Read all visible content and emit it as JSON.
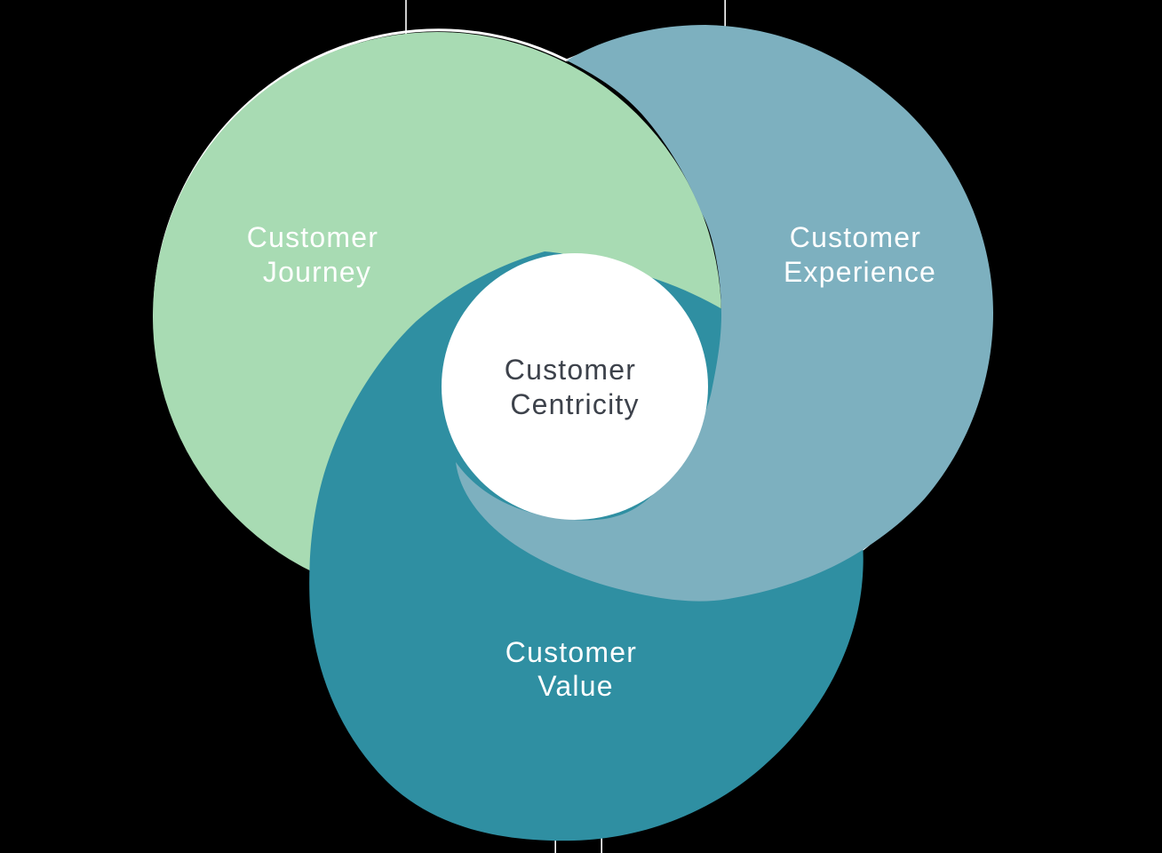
{
  "diagram": {
    "name": "customer-centricity-swirl-venn",
    "background_color": "#000000",
    "outline_color": "#ffffff",
    "guide_line_color": "#ffffff",
    "label_text_color": "#ffffff",
    "center": {
      "line1": "Customer",
      "line2": "Centricity",
      "fill": "#ffffff",
      "text_color": "#3d424b"
    },
    "petals": [
      {
        "id": "customer-journey",
        "line1": "Customer",
        "line2": "Journey",
        "color": "#a8dbb3"
      },
      {
        "id": "customer-experience",
        "line1": "Customer",
        "line2": "Experience",
        "color": "#7db0bf"
      },
      {
        "id": "customer-value",
        "line1": "Customer",
        "line2": "Value",
        "color": "#2f8fa2"
      }
    ]
  }
}
